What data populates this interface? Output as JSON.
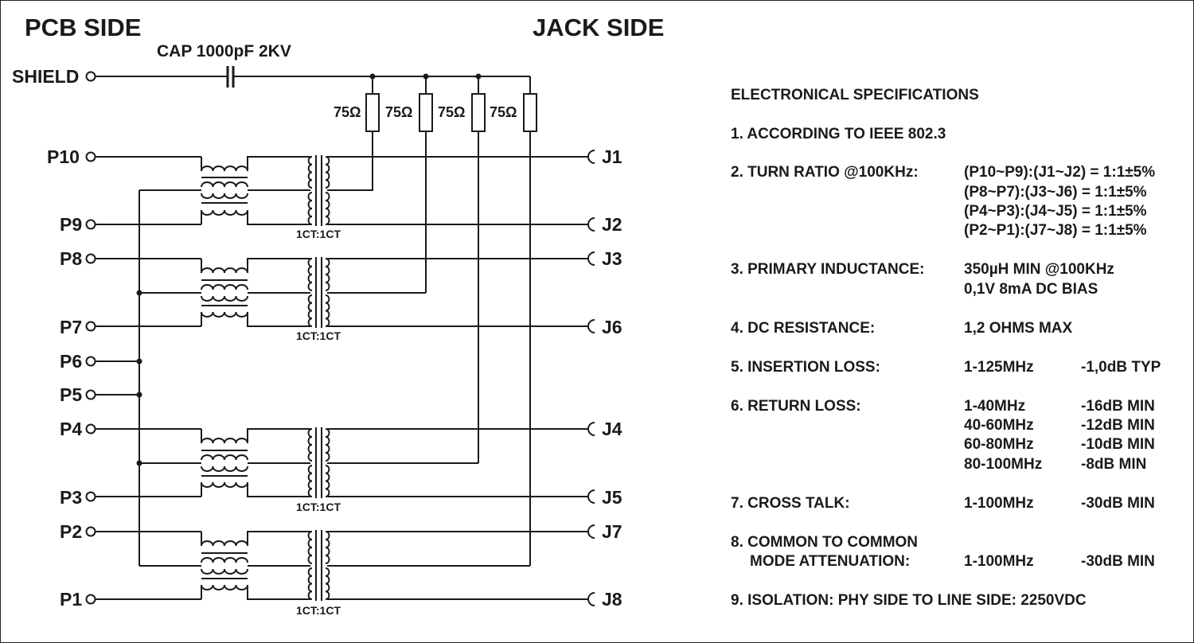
{
  "headers": {
    "pcb_side": "PCB SIDE",
    "jack_side": "JACK SIDE"
  },
  "capacitor": {
    "label": "CAP 1000pF 2KV"
  },
  "shield": {
    "label": "SHIELD"
  },
  "resistors": [
    "75Ω",
    "75Ω",
    "75Ω",
    "75Ω"
  ],
  "pins": {
    "p10": "P10",
    "p9": "P9",
    "p8": "P8",
    "p7": "P7",
    "p6": "P6",
    "p5": "P5",
    "p4": "P4",
    "p3": "P3",
    "p2": "P2",
    "p1": "P1"
  },
  "jacks": {
    "j1": "J1",
    "j2": "J2",
    "j3": "J3",
    "j6": "J6",
    "j4": "J4",
    "j5": "J5",
    "j7": "J7",
    "j8": "J8"
  },
  "transformer_ratio": "1CT:1CT",
  "specs": {
    "title": "ELECTRONICAL SPECIFICATIONS",
    "s1": "1. ACCORDING TO IEEE 802.3",
    "s2": {
      "label": "2. TURN RATIO @100KHz:",
      "lines": [
        "(P10~P9):(J1~J2) = 1:1±5%",
        "(P8~P7):(J3~J6) = 1:1±5%",
        "(P4~P3):(J4~J5) = 1:1±5%",
        "(P2~P1):(J7~J8) = 1:1±5%"
      ]
    },
    "s3": {
      "label": "3. PRIMARY INDUCTANCE:",
      "lines": [
        "350µH MIN @100KHz",
        "0,1V 8mA DC BIAS"
      ]
    },
    "s4": {
      "label": "4. DC RESISTANCE:",
      "value": "1,2 OHMS MAX"
    },
    "s5": {
      "label": "5. INSERTION LOSS:",
      "freq": "1-125MHz",
      "value": "-1,0dB TYP"
    },
    "s6": {
      "label": "6. RETURN LOSS:",
      "rows": [
        {
          "freq": "1-40MHz",
          "value": "-16dB MIN"
        },
        {
          "freq": "40-60MHz",
          "value": "-12dB MIN"
        },
        {
          "freq": "60-80MHz",
          "value": "-10dB MIN"
        },
        {
          "freq": "80-100MHz",
          "value": "-8dB MIN"
        }
      ]
    },
    "s7": {
      "label": "7. CROSS TALK:",
      "freq": "1-100MHz",
      "value": "-30dB MIN"
    },
    "s8": {
      "label_line1": "8. COMMON TO COMMON",
      "label_line2": "MODE ATTENUATION:",
      "freq": "1-100MHz",
      "value": "-30dB MIN"
    },
    "s9": "9. ISOLATION: PHY SIDE TO LINE SIDE: 2250VDC"
  }
}
